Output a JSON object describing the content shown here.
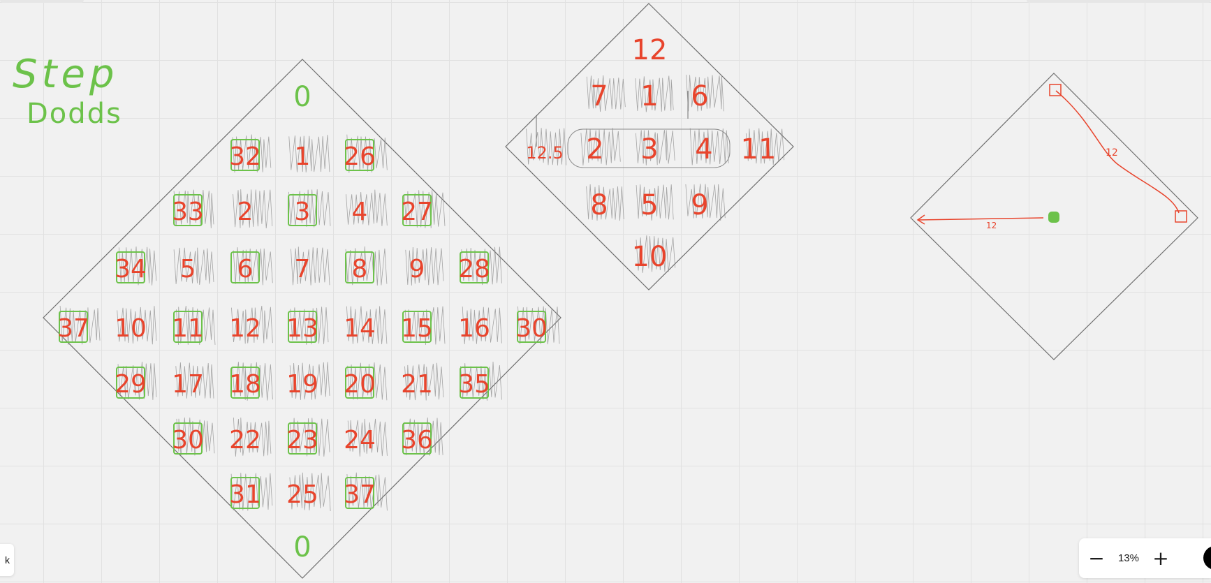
{
  "colors": {
    "background": "#f1f1f1",
    "grid": "#e1e1e1",
    "outline": "#6e6e6e",
    "scribble": "#8a8a8a",
    "red": "#e8442c",
    "green": "#6cc24a"
  },
  "title": {
    "line1": "Step",
    "line2": "Dodds"
  },
  "board_large": {
    "cells": [
      {
        "text": "0"
      },
      {
        "text": "32"
      },
      {
        "text": "1"
      },
      {
        "text": "26"
      },
      {
        "text": "33"
      },
      {
        "text": "2"
      },
      {
        "text": "3"
      },
      {
        "text": "4"
      },
      {
        "text": "27"
      },
      {
        "text": "34"
      },
      {
        "text": "5"
      },
      {
        "text": "6"
      },
      {
        "text": "7"
      },
      {
        "text": "8"
      },
      {
        "text": "9"
      },
      {
        "text": "28"
      },
      {
        "text": "37"
      },
      {
        "text": "10"
      },
      {
        "text": "11"
      },
      {
        "text": "12"
      },
      {
        "text": "13"
      },
      {
        "text": "14"
      },
      {
        "text": "15"
      },
      {
        "text": "16"
      },
      {
        "text": "30"
      },
      {
        "text": "29"
      },
      {
        "text": "17"
      },
      {
        "text": "18"
      },
      {
        "text": "19"
      },
      {
        "text": "20"
      },
      {
        "text": "21"
      },
      {
        "text": "35"
      },
      {
        "text": "30"
      },
      {
        "text": "22"
      },
      {
        "text": "23"
      },
      {
        "text": "24"
      },
      {
        "text": "36"
      },
      {
        "text": "31"
      },
      {
        "text": "25"
      },
      {
        "text": "37"
      },
      {
        "text": "0"
      }
    ]
  },
  "board_medium": {
    "cells": [
      {
        "text": "12"
      },
      {
        "text": "7"
      },
      {
        "text": "1"
      },
      {
        "text": "6"
      },
      {
        "text": "12.5"
      },
      {
        "text": "2"
      },
      {
        "text": "3"
      },
      {
        "text": "4"
      },
      {
        "text": "11"
      },
      {
        "text": "8"
      },
      {
        "text": "5"
      },
      {
        "text": "9"
      },
      {
        "text": "10"
      }
    ]
  },
  "board_small": {
    "labels": [
      {
        "text": "12"
      },
      {
        "text": "12"
      }
    ]
  },
  "zoom": {
    "minus_label": "−",
    "value": "13%",
    "plus_label": "+"
  },
  "left_button": {
    "label": "k"
  }
}
